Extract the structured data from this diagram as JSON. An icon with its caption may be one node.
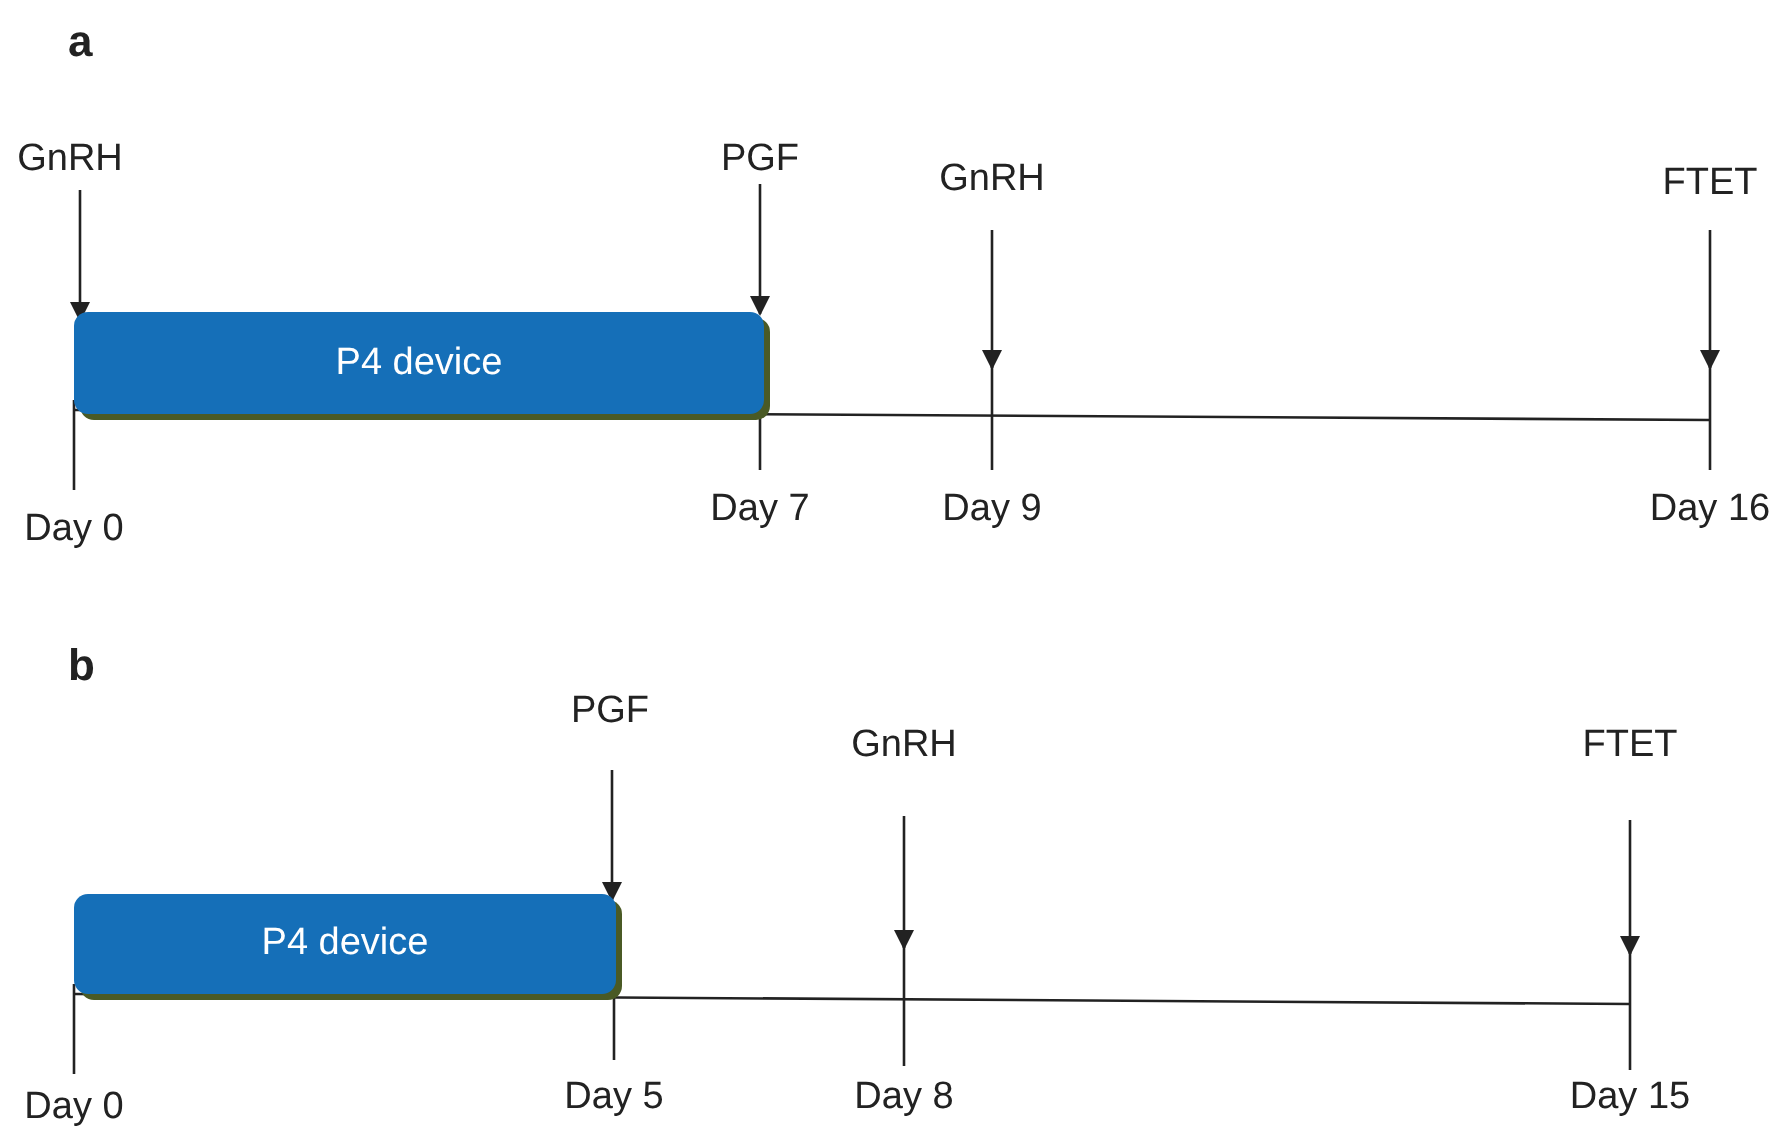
{
  "diagram": {
    "nodes": [
      {
        "text": [
          "P4 device"
        ]
      },
      {
        "text": [
          "P4 device"
        ]
      }
    ],
    "labels": [
      "a",
      "GnRH",
      "PGF",
      "GnRH",
      "FTET",
      "Day 0",
      "Day 7",
      "Day 9",
      "Day 16",
      "b",
      "PGF",
      "GnRH",
      "FTET",
      "Day 0",
      "Day 5",
      "Day 8",
      "Day 15"
    ]
  }
}
